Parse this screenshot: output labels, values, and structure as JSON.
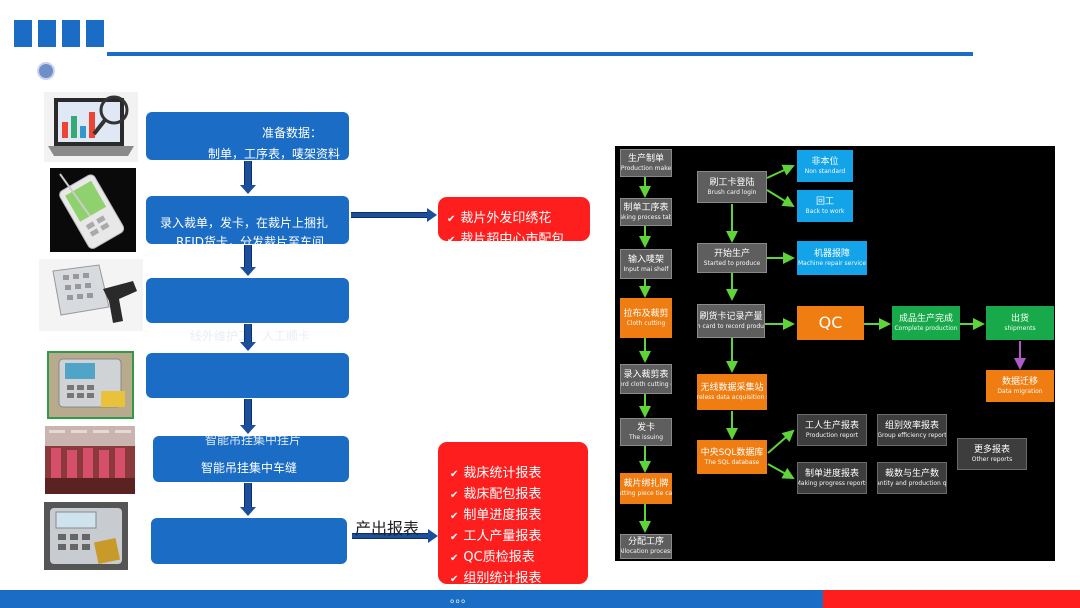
{
  "header": {
    "squares": 4,
    "accent": "#1b6cc4"
  },
  "flow": {
    "step1": {
      "line1": "准备数据：",
      "line2": "制单，工序表，唛架资料"
    },
    "step2": {
      "line1": "录入裁单，发卡，在裁片上捆扎",
      "line2": "RFID货卡，分发裁片至车间"
    },
    "step3": {
      "line1": "",
      "faint": "线外维护工，人工顺卡"
    },
    "step4": {
      "line1": ""
    },
    "step5": {
      "faint": "智能吊挂集中挂片",
      "line1": "智能吊挂集中车缝"
    },
    "step6": {
      "line1": "",
      "faint": ""
    },
    "output_label": "产出报表",
    "box_color": "#1b6cc4",
    "thumbnails": [
      "laptop-chart-icon",
      "pda-device-icon",
      "barcode-scanner-icon",
      "rfid-terminal-icon",
      "sewing-floor-icon",
      "card-reader-icon"
    ]
  },
  "side_box_top": {
    "color": "#ff1e1e",
    "items": [
      "裁片外发印绣花",
      "裁片超中心市配包"
    ]
  },
  "side_box_bottom": {
    "color": "#ff1e1e",
    "items": [
      "裁床统计报表",
      "裁床配包报表",
      "制单进度报表",
      "工人产量报表",
      "QC质检报表",
      "组别统计报表"
    ]
  },
  "footer": {
    "dots": "。。。",
    "blue": "#1b6cc4",
    "red": "#ff1e1e"
  },
  "flowchart": {
    "colors": {
      "gray": "#5e5e5e",
      "orange": "#f07d12",
      "cyan": "#12a3e8",
      "green": "#18a94a",
      "arrow_green": "#5fd33a",
      "arrow_purple": "#b05ac7"
    },
    "left_column": [
      {
        "zh": "生产制单",
        "en": "Production make"
      },
      {
        "zh": "制单工序表",
        "en": "Making process table"
      },
      {
        "zh": "输入唛架",
        "en": "Input mai shelf"
      },
      {
        "zh": "拉布及裁剪",
        "en": "Cloth cutting"
      },
      {
        "zh": "录入裁剪表",
        "en": "Record cloth cutting data"
      },
      {
        "zh": "发卡",
        "en": "The issuing"
      },
      {
        "zh": "裁片绑扎牌",
        "en": "Cutting piece tie card"
      },
      {
        "zh": "分配工序",
        "en": "Allocation process"
      }
    ],
    "brush_login": {
      "zh": "刷工卡登陆",
      "en": "Brush card login"
    },
    "non_standard": {
      "zh": "非本位",
      "en": "Non standard"
    },
    "back_to_work": {
      "zh": "回工",
      "en": "Back to work"
    },
    "start_produce": {
      "zh": "开始生产",
      "en": "Started to produce"
    },
    "machine_repair": {
      "zh": "机器报障",
      "en": "Machine repair service"
    },
    "record_output": {
      "zh": "刷货卡记录产量",
      "en": "Brush card to record production"
    },
    "qc": {
      "zh": "QC"
    },
    "complete": {
      "zh": "成品生产完成",
      "en": "Complete production"
    },
    "shipment": {
      "zh": "出货",
      "en": "shipments"
    },
    "migration": {
      "zh": "数据迁移",
      "en": "Data migration"
    },
    "wireless": {
      "zh": "无线数据采集站",
      "en": "The wireless data acquisition station"
    },
    "sql": {
      "zh": "中央SQL数据库",
      "en": "The SQL database"
    },
    "worker_report": {
      "zh": "工人生产报表",
      "en": "Production report"
    },
    "group_report": {
      "zh": "组别效率报表",
      "en": "Group efficiency report"
    },
    "more_report": {
      "zh": "更多报表",
      "en": "Other reports"
    },
    "progress_report": {
      "zh": "制单进度报表",
      "en": "Making progress reports"
    },
    "cut_report": {
      "zh": "裁数与生产数",
      "en": "Cut quantity and production quantity"
    }
  }
}
